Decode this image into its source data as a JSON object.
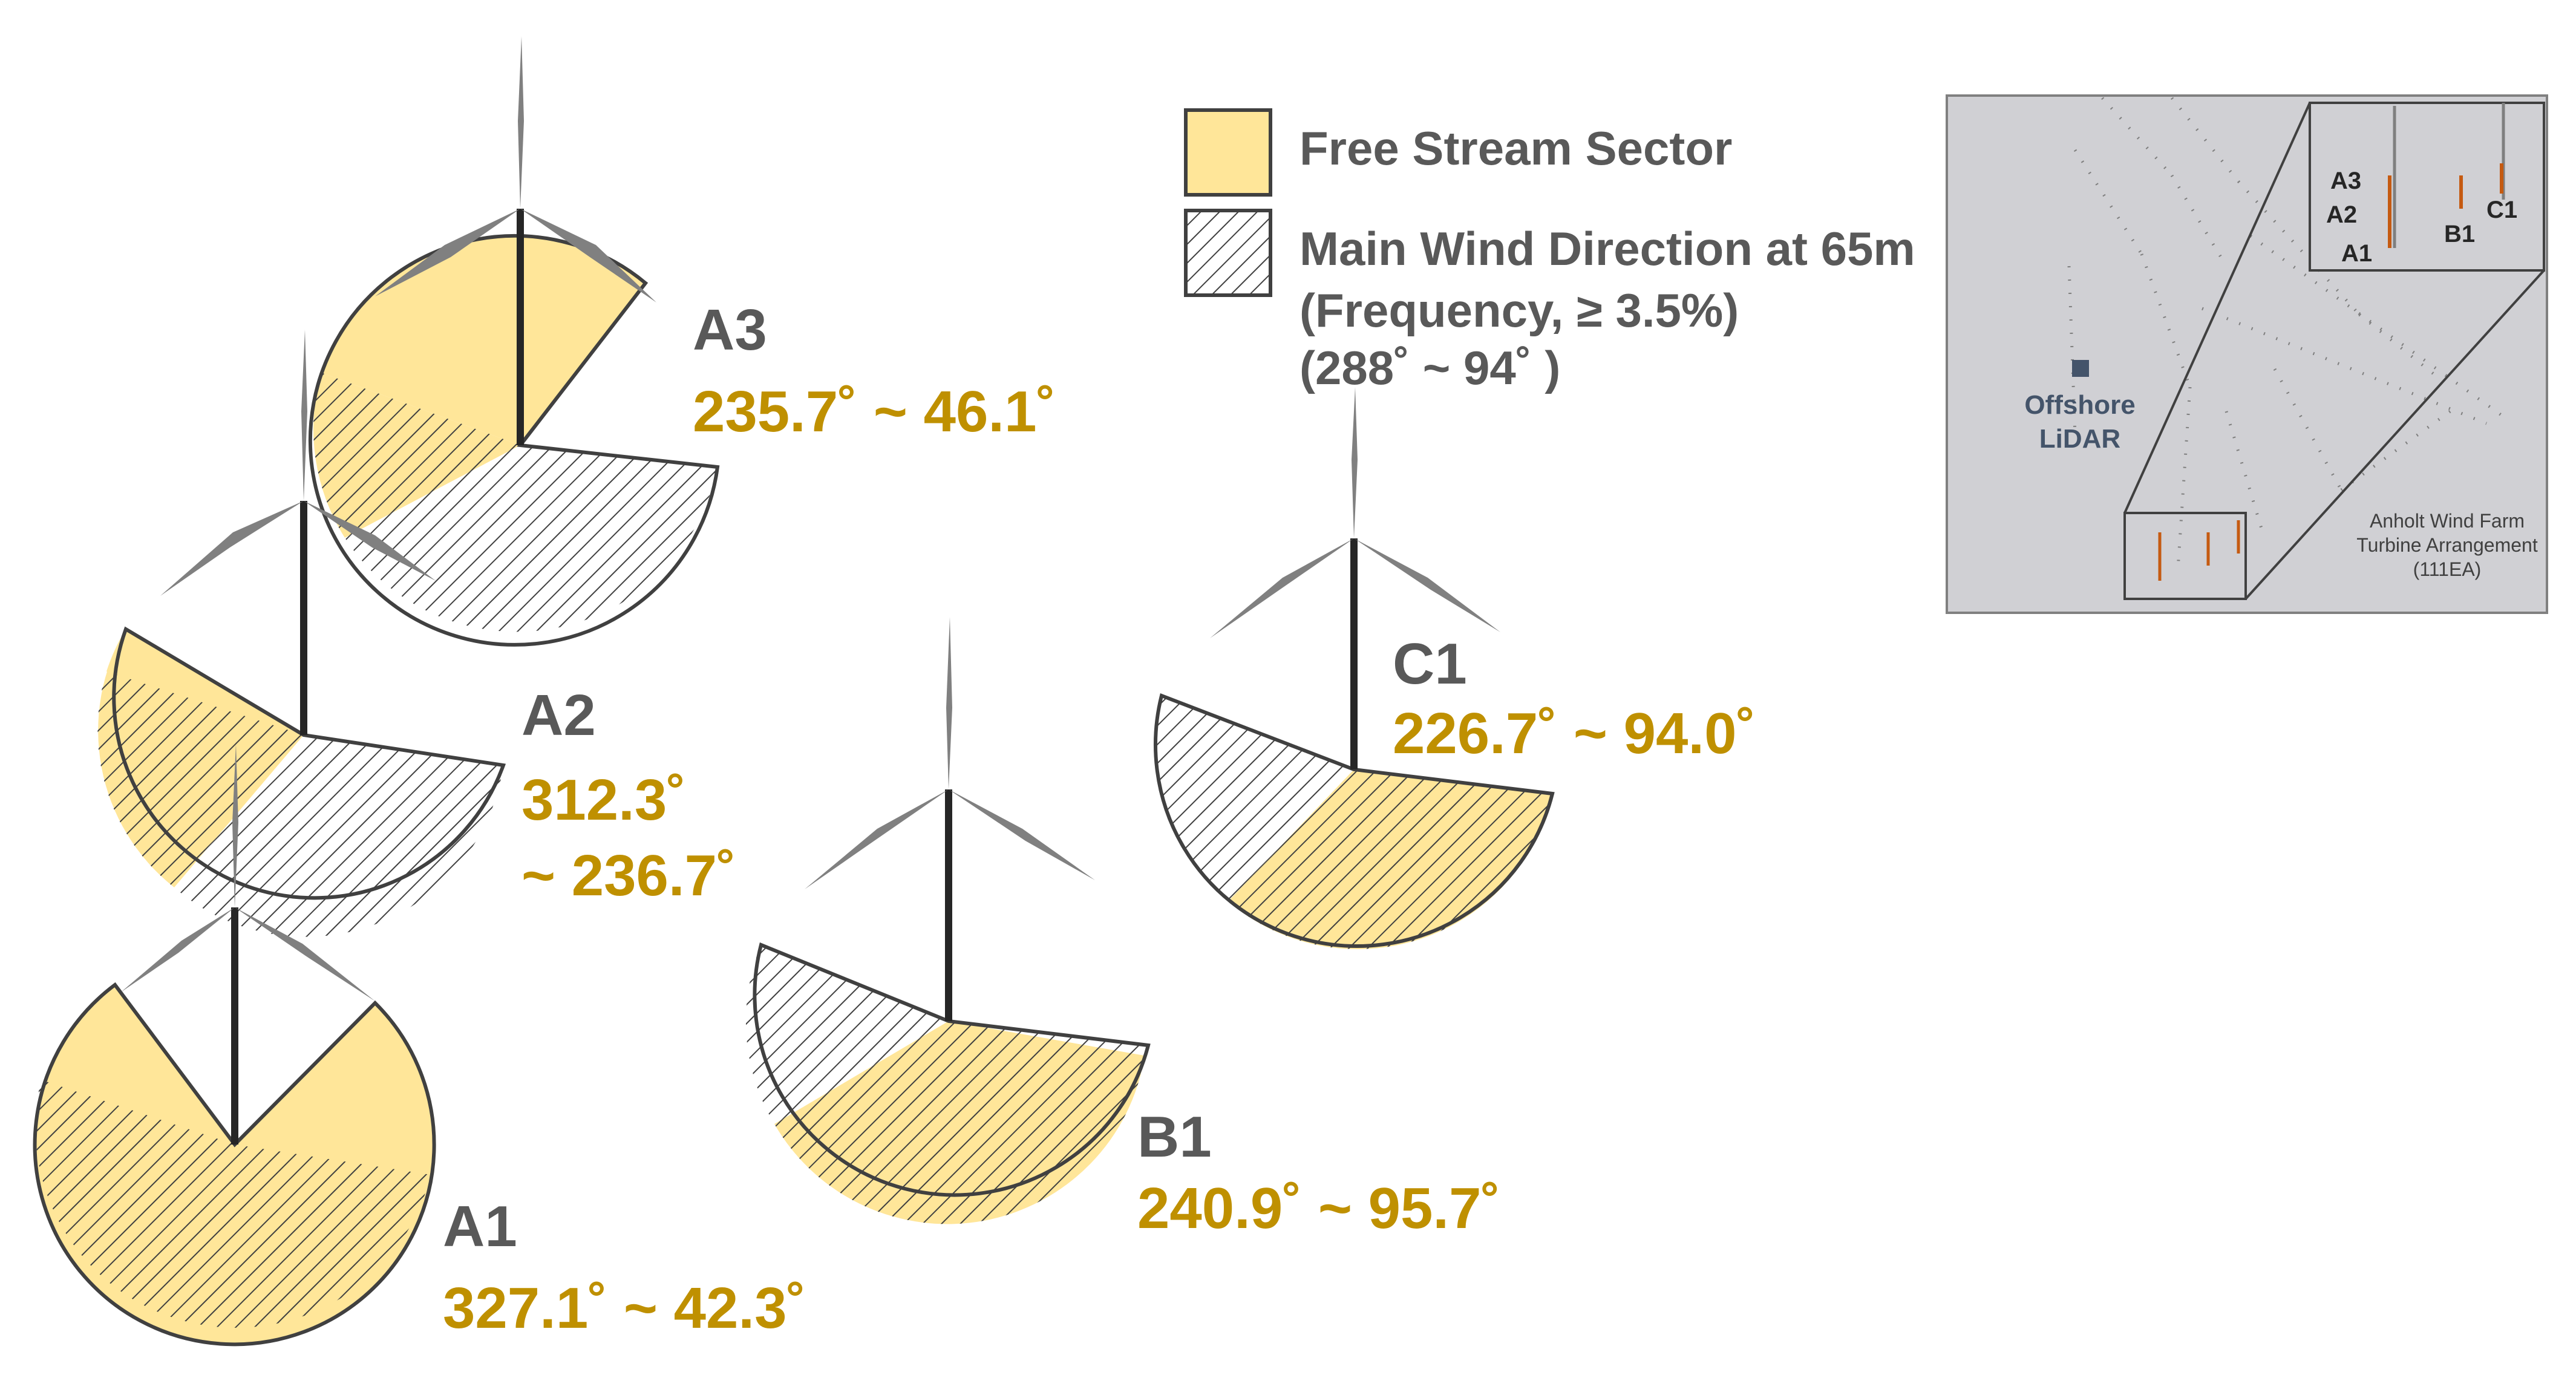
{
  "legend": {
    "free_stream_label": "Free Stream Sector",
    "main_wind_label_line1": "Main Wind Direction at 65m",
    "main_wind_label_line2": "(Frequency, ≥ 3.5%)",
    "main_wind_label_line3": "(288˚ ~ 94˚ )"
  },
  "turbines": [
    {
      "id": "A3",
      "name": "A3",
      "range_line1": "235.7˚ ~ 46.1˚",
      "range_line2": ""
    },
    {
      "id": "A2",
      "name": "A2",
      "range_line1": "312.3˚",
      "range_line2": "~ 236.7˚"
    },
    {
      "id": "A1",
      "name": "A1",
      "range_line1": "327.1˚ ~ 42.3˚",
      "range_line2": ""
    },
    {
      "id": "B1",
      "name": "B1",
      "range_line1": "240.9˚ ~ 95.7˚",
      "range_line2": ""
    },
    {
      "id": "C1",
      "name": "C1",
      "range_line1": "226.7˚ ~ 94.0˚",
      "range_line2": ""
    }
  ],
  "inset_map": {
    "lidar_label_line1": "Offshore",
    "lidar_label_line2": "LiDAR",
    "farm_caption_line1": "Anholt Wind Farm",
    "farm_caption_line2": "Turbine Arrangement",
    "farm_caption_line3": "(111EA)",
    "zoom_labels": {
      "a3": "A3",
      "a2": "A2",
      "a1": "A1",
      "b1": "B1",
      "c1": "C1"
    }
  },
  "colors": {
    "free_stream_fill": "#FFE699",
    "range_text": "#BF9000",
    "turbine_name_text": "#595959",
    "legend_text": "#595959",
    "hatch_stroke": "#404040",
    "inset_background": "#D0D0D4",
    "lidar_marker": "#44546A",
    "highlight_turbine": "#C55A11"
  }
}
